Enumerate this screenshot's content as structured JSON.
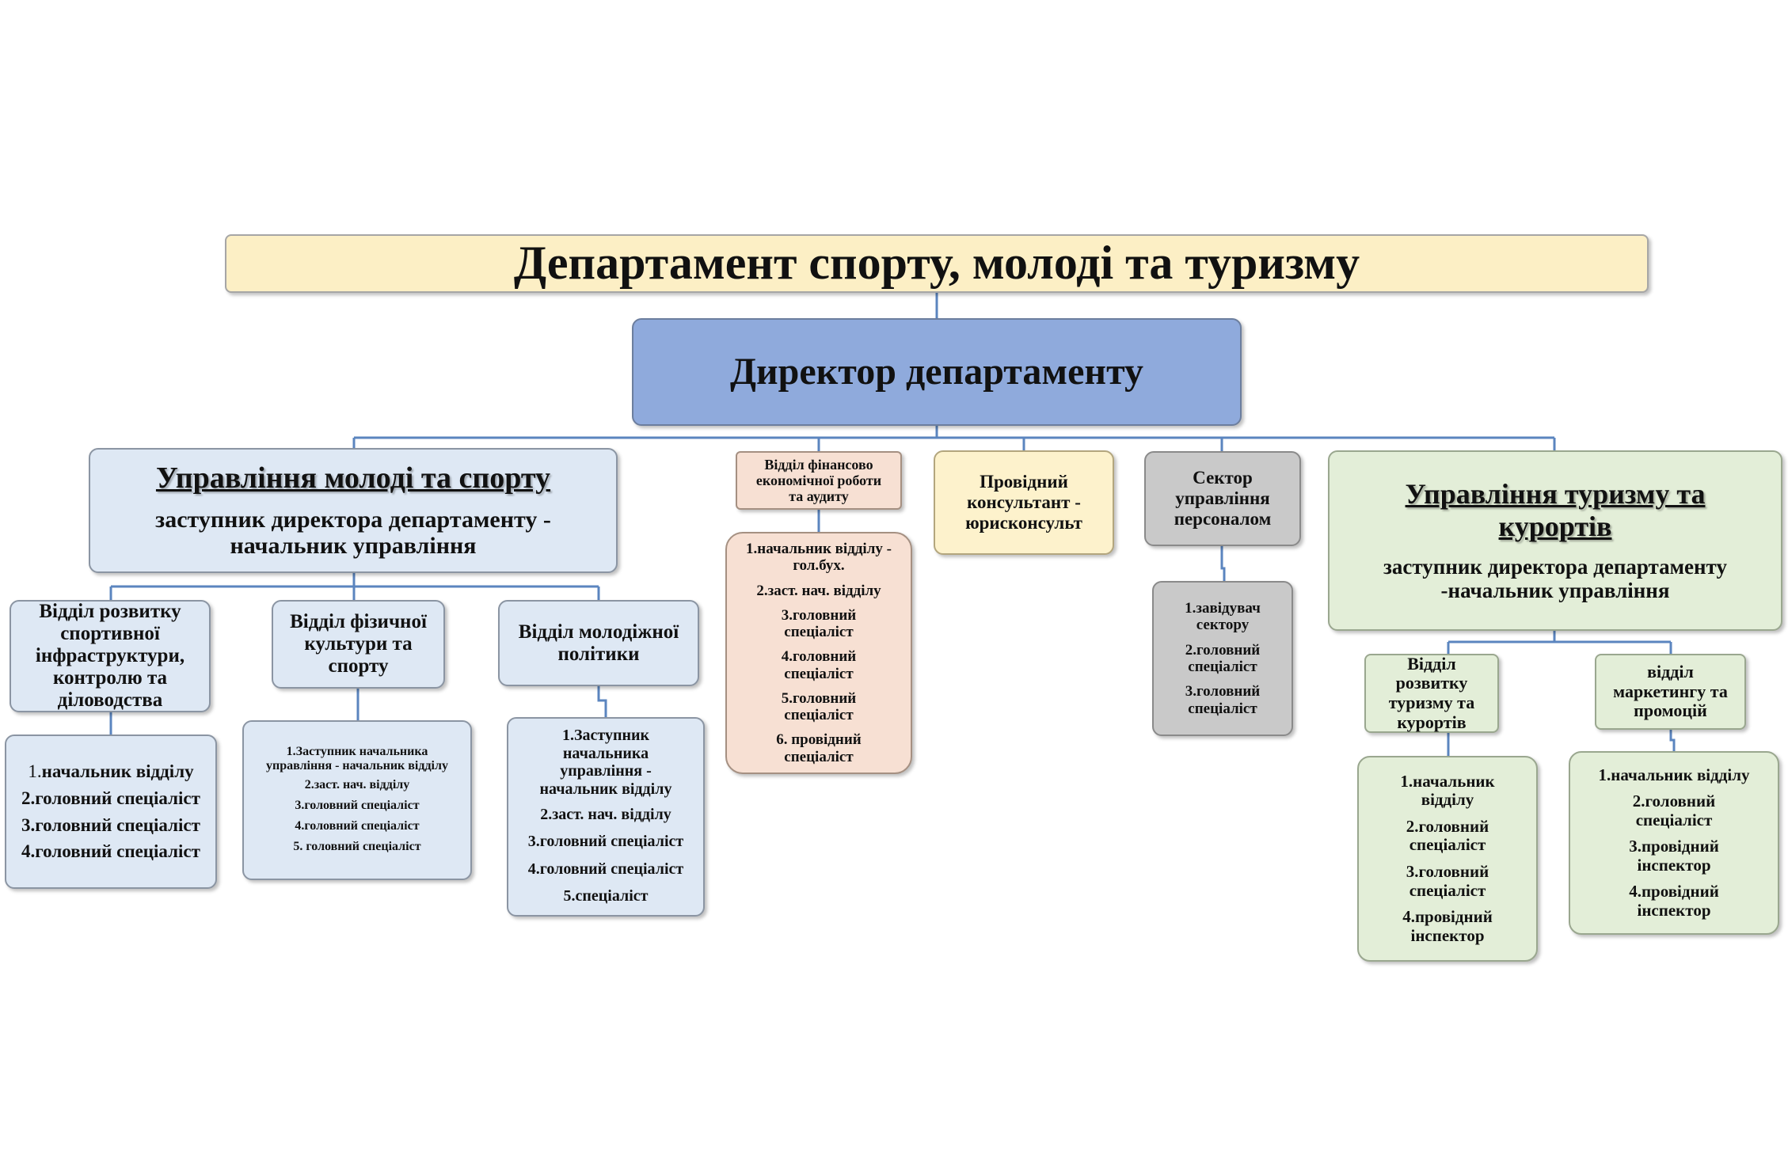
{
  "department": "Департамент спорту, молоді та туризму",
  "director": "Директор департаменту",
  "youth_sport": {
    "title": "Управління молоді та спорту",
    "deputy": "заступник директора департаменту - начальник управління",
    "units": [
      {
        "name": "Відділ розвитку спортивної інфраструктури, контролю та діловодства",
        "staff_prefix": "1.",
        "staff_first": "начальник відділу",
        "staff": [
          "2.головний спеціаліст",
          "3.головний спеціаліст",
          "4.головний спеціаліст"
        ]
      },
      {
        "name": "Відділ фізичної культури та спорту",
        "staff": [
          "1.Заступник начальника управління - начальник відділу",
          "2.заст. нач. відділу",
          "3.головний спеціаліст",
          "4.головний спеціаліст",
          "5. головний спеціаліст"
        ]
      },
      {
        "name": "Відділ молодіжної політики",
        "staff": [
          "1.Заступник начальника управління - начальник відділу",
          "2.заст. нач. відділу",
          "3.головний спеціаліст",
          "4.головний спеціаліст",
          "5.спеціаліст"
        ]
      }
    ]
  },
  "finance": {
    "name": "Відділ фінансово економічної роботи та аудиту",
    "staff": [
      "1.начальник відділу - гол.бух.",
      "2.заст. нач. відділу",
      "3.головний спеціаліст",
      "4.головний спеціаліст",
      "5.головний спеціаліст",
      "6. провідний спеціаліст"
    ]
  },
  "legal": {
    "name": "Провідний консультант - юрисконсульт"
  },
  "personnel": {
    "name": "Сектор управління персоналом",
    "staff": [
      "1.завідувач сектору",
      "2.головний спеціаліст",
      "3.головний спеціаліст"
    ]
  },
  "tourism": {
    "title": "Управління туризму та курортів",
    "deputy": "заступник директора департаменту -начальник управління",
    "units": [
      {
        "name": "Відділ розвитку туризму та курортів",
        "staff": [
          "1.начальник відділу",
          "2.головний спеціаліст",
          "3.головний спеціаліст",
          "4.провідний інспектор"
        ]
      },
      {
        "name": "відділ маркетингу та промоцій",
        "staff": [
          "1.начальник відділу",
          "2.головний спеціаліст",
          "3.провідний інспектор",
          "4.провідний інспектор"
        ]
      }
    ]
  },
  "colors": {
    "line": "#5b85bf",
    "title_bg": "#fcefc5",
    "director_bg": "#8faadc",
    "youth_bg": "#dee8f4",
    "finance_bg": "#f7e0d3",
    "legal_bg": "#fdf2cc",
    "personnel_bg": "#c9c9c9",
    "tourism_bg": "#e3eed8"
  }
}
